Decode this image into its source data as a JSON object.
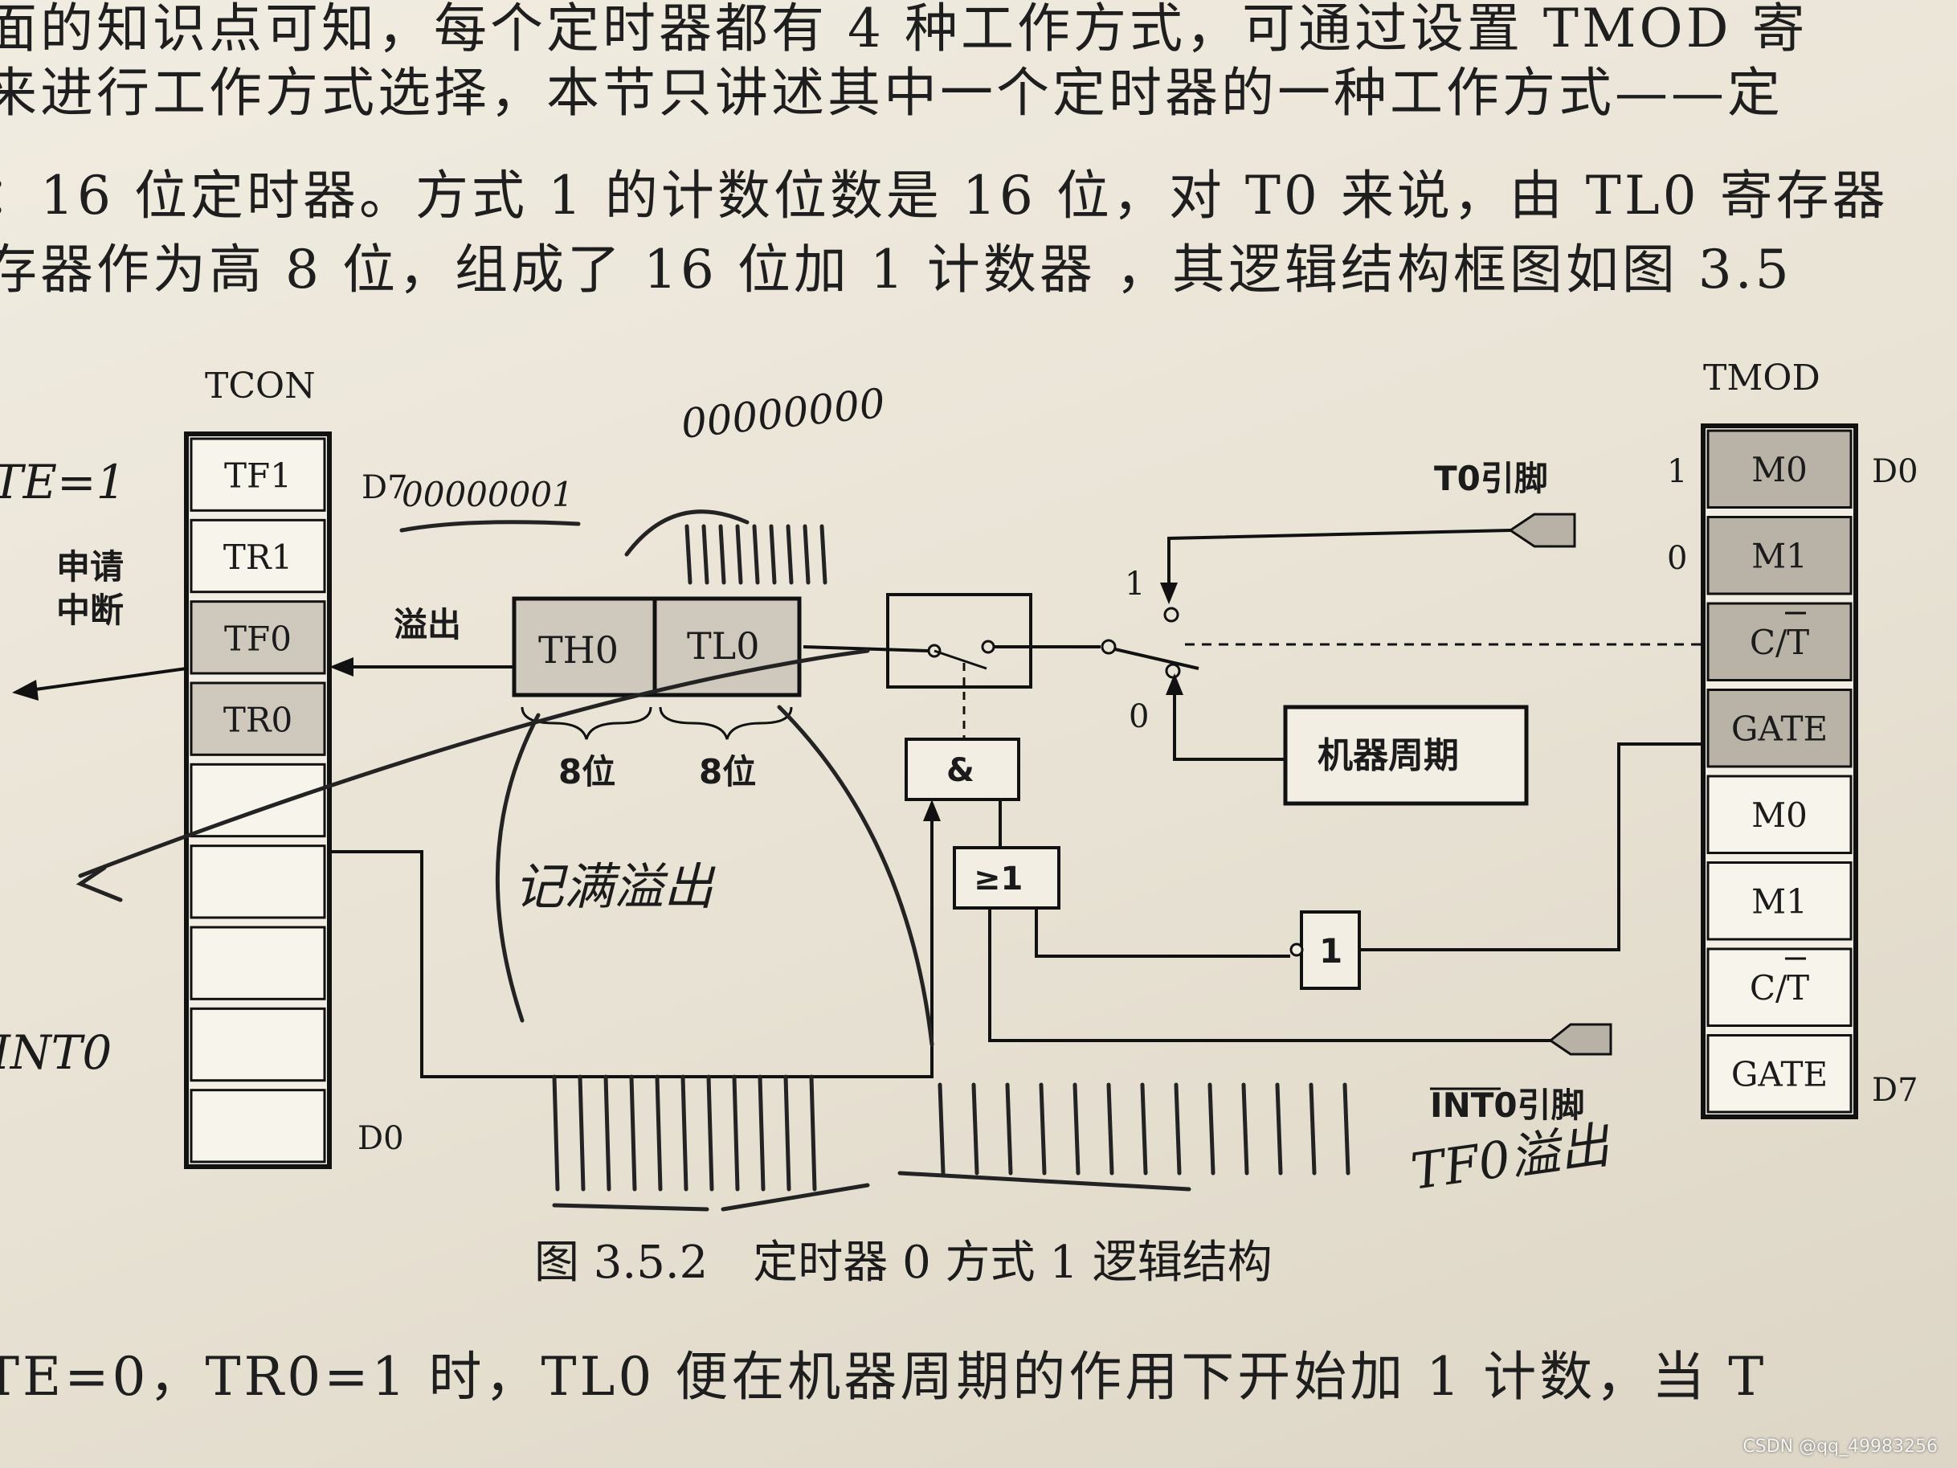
{
  "paragraph_top": {
    "line1": "面的知识点可知，每个定时器都有 4 种工作方式，可通过设置 TMOD 寄",
    "line2": "来进行工作方式选择，本节只讲述其中一个定时器的一种工作方式——定",
    "line3": "：16 位定时器。方式 1 的计数位数是 16 位，对 T0 来说，由 TL0 寄存器",
    "line4": "存器作为高 8 位，组成了 16 位加 1 计数器 ，其逻辑结构框图如图 3.5"
  },
  "diagram": {
    "tcon": {
      "title": "TCON",
      "cells": [
        "TF1",
        "TR1",
        "TF0",
        "TR0",
        "",
        "",
        "",
        "",
        ""
      ],
      "label_d7": "D7",
      "label_d0": "D0"
    },
    "tmod": {
      "title": "TMOD",
      "cells": [
        "M0",
        "M1",
        "C/T",
        "GATE",
        "M0",
        "M1",
        "C/T",
        "GATE"
      ],
      "label_d0": "D0",
      "label_d7": "D7",
      "value_m0": "1",
      "value_m1": "0"
    },
    "counter": {
      "th0": "TH0",
      "tl0": "TL0",
      "th0_bits": "8位",
      "tl0_bits": "8位"
    },
    "labels": {
      "interrupt_request": "申请\n中断",
      "overflow": "溢出",
      "t0_pin": "T0引脚",
      "int0_pin": "INT0引脚",
      "machine_cycle": "机器周期",
      "and_gate": "&",
      "or_gate": "≥1",
      "not_gate": "1",
      "switch_pos_1": "1",
      "switch_pos_0": "0"
    },
    "handwritten": {
      "binary_1": "00000001",
      "binary_2": "00000000",
      "full_overflow": "记满溢出",
      "tf0_overflow": "TF0溢出",
      "left_note_1": "TE=1",
      "left_note_2": "INT0"
    },
    "caption": "图 3.5.2　定时器 0 方式 1 逻辑结构"
  },
  "paragraph_bottom": {
    "line1": "TE=0，TR0=1 时，TL0 便在机器周期的作用下开始加 1 计数，当 T"
  },
  "watermark": "CSDN @qq_49983256"
}
